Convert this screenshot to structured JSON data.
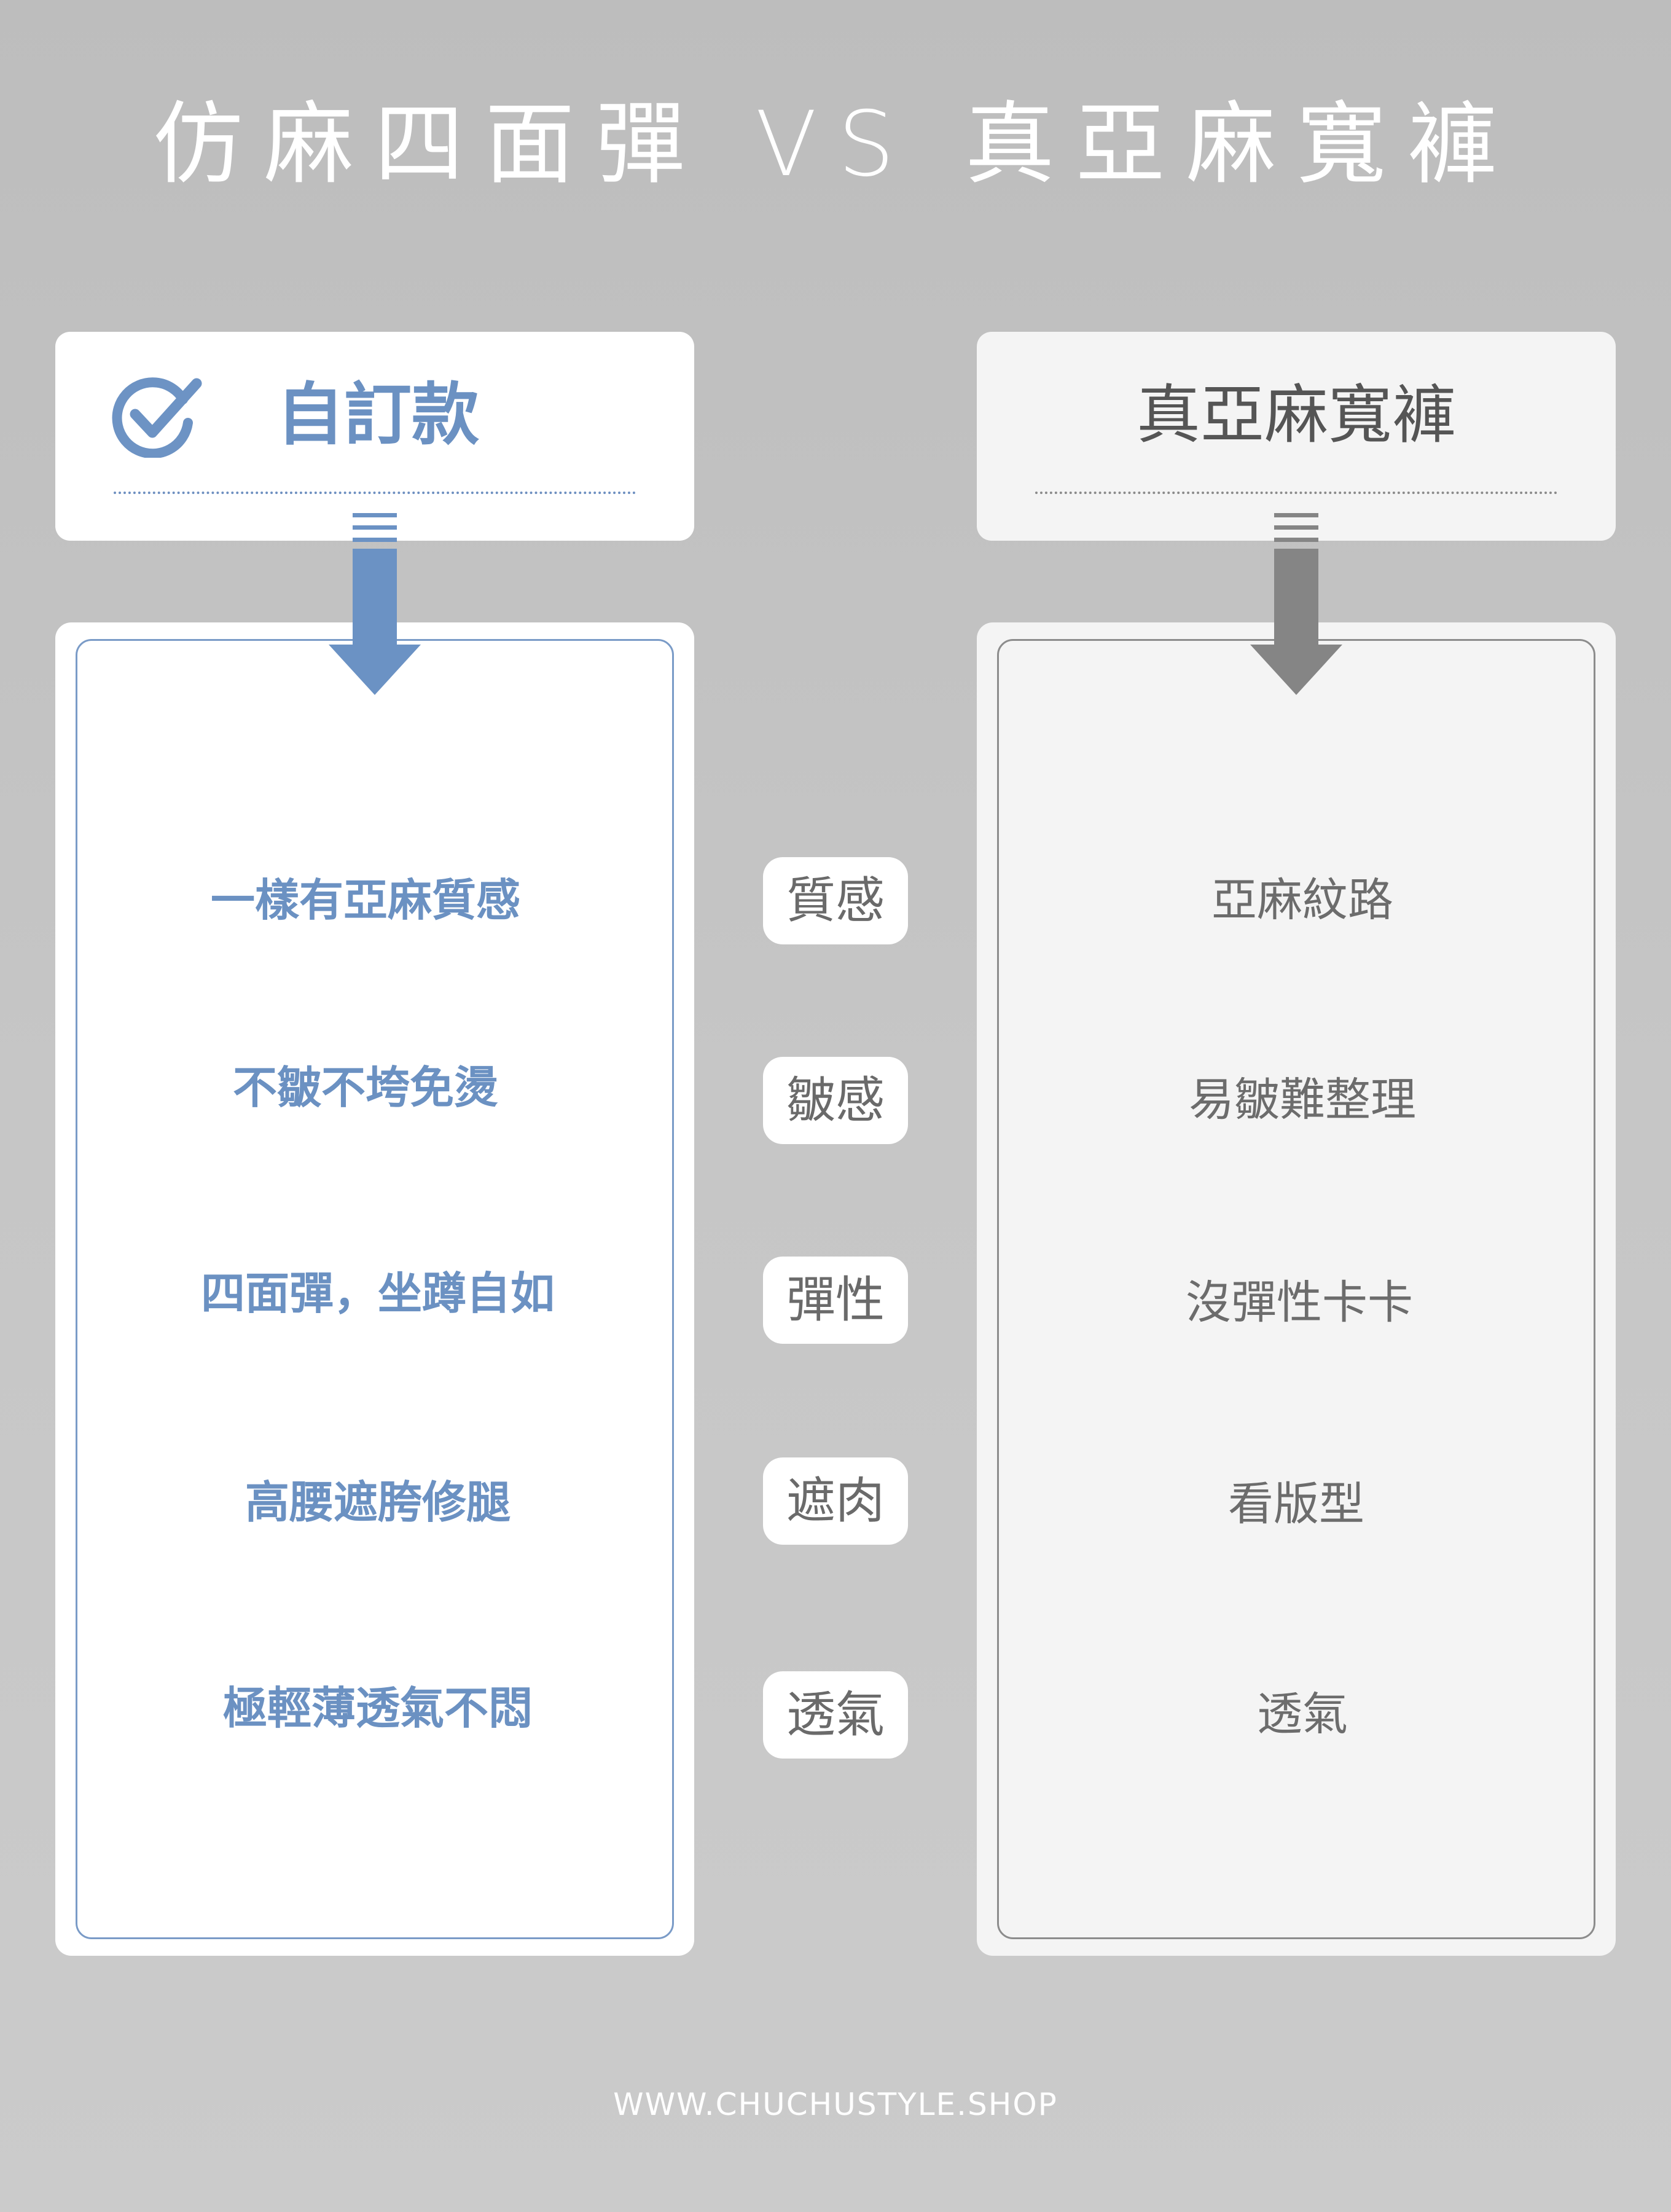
{
  "title": "仿麻四面彈 VS 真亞麻寬褲",
  "left_header": {
    "label": "自訂款",
    "accent_color": "#6b91c2",
    "icon": "check-circle-icon"
  },
  "right_header": {
    "label": "真亞麻寬褲",
    "accent_color": "#8a8a8a"
  },
  "rows": [
    {
      "left": "一樣有亞麻質感",
      "category": "質感",
      "right": "亞麻紋路"
    },
    {
      "left": "不皺不垮免燙",
      "category": "皺感",
      "right": "易皺難整理"
    },
    {
      "left": "四面彈，坐蹲自如",
      "category": "彈性",
      "right": "沒彈性卡卡"
    },
    {
      "left": "高腰遮胯修腿",
      "category": "遮肉",
      "right": "看版型"
    },
    {
      "left": "極輕薄透氣不悶",
      "category": "透氣",
      "right": "透氣"
    }
  ],
  "footer": "WWW.CHUCHUSTYLE.SHOP"
}
